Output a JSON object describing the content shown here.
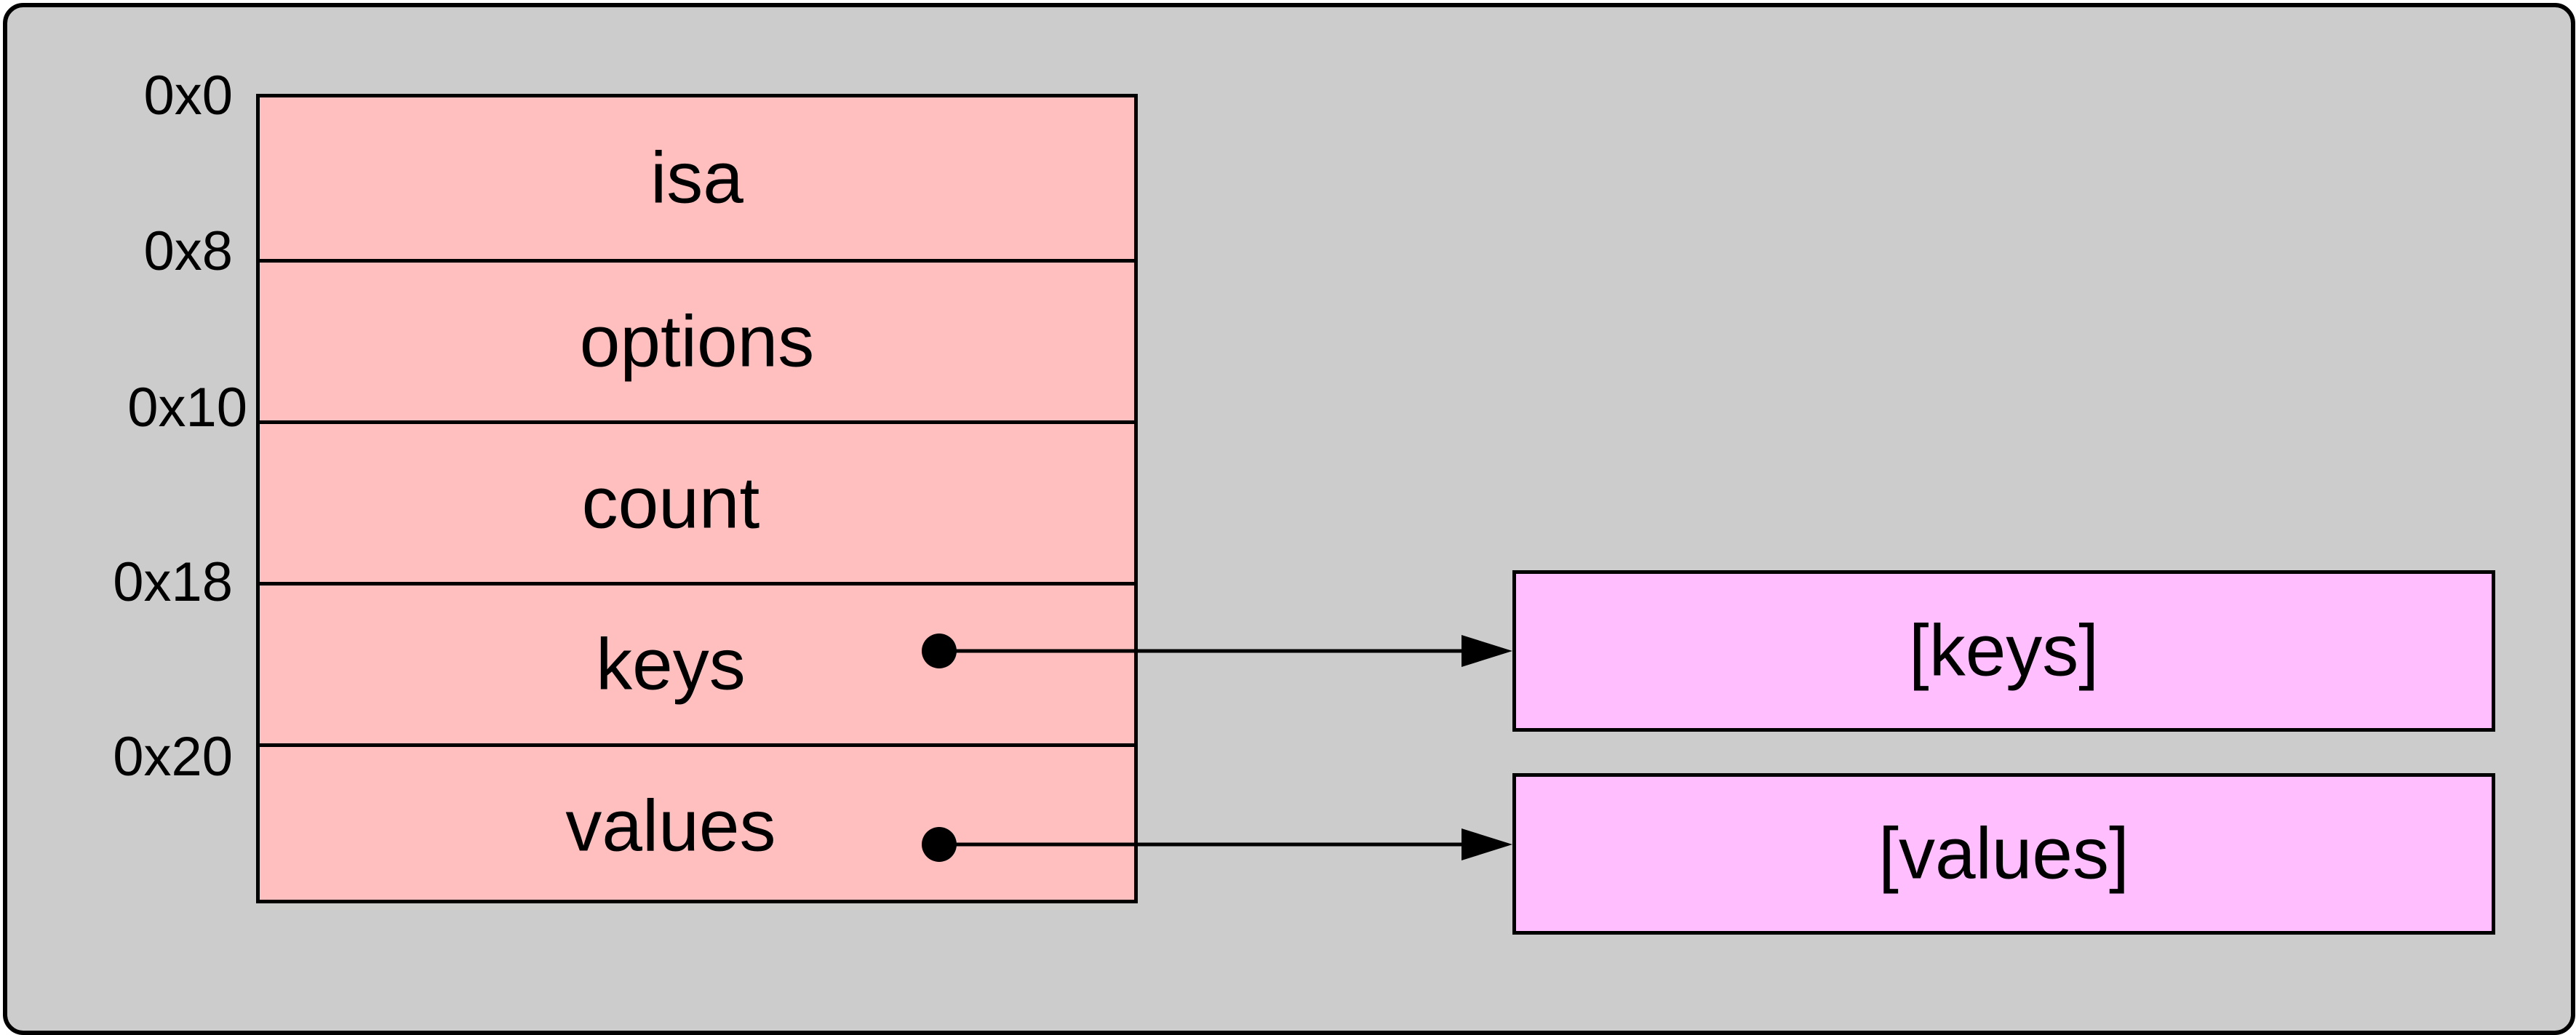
{
  "struct": {
    "fields": [
      {
        "label": "isa",
        "offset": "0x0"
      },
      {
        "label": "options",
        "offset": "0x8"
      },
      {
        "label": "count",
        "offset": "0x10"
      },
      {
        "label": "keys",
        "offset": "0x18"
      },
      {
        "label": "values",
        "offset": "0x20"
      }
    ]
  },
  "targets": [
    {
      "label": "[keys]"
    },
    {
      "label": "[values]"
    }
  ],
  "colors": {
    "background": "#cccccc",
    "struct_fill": "#ffbfbf",
    "target_fill": "#ffbfff",
    "stroke": "#000000"
  }
}
